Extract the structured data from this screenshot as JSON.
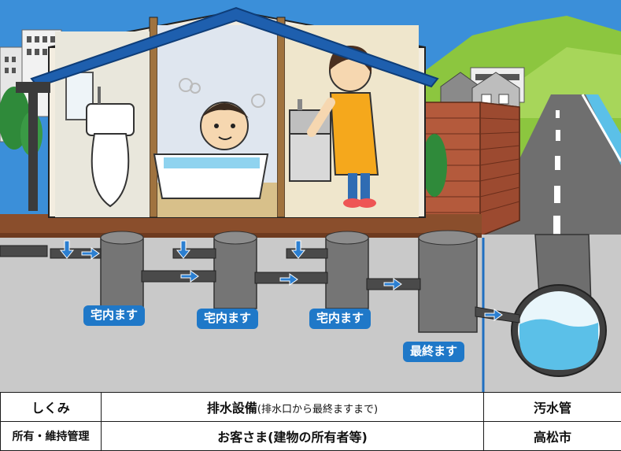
{
  "labels": {
    "inlet1": "宅内ます",
    "inlet2": "宅内ます",
    "inlet3": "宅内ます",
    "final": "最終ます"
  },
  "table": {
    "row1": {
      "header": "しくみ",
      "mid_bold": "排水設備",
      "mid_note": "(排水口から最終ますまで)",
      "right": "汚水管"
    },
    "row2": {
      "header": "所有・維持管理",
      "mid": "お客さま(建物の所有者等)",
      "right": "高松市"
    }
  },
  "colors": {
    "sky": "#3b8fd9",
    "ground": "#c9c9c9",
    "soil_band": "#8a4e2c",
    "tag": "#1f78c8",
    "arrow": "#2b7fd1",
    "boundary_line": "#1f6fc1",
    "water": "#5bc0e8"
  }
}
